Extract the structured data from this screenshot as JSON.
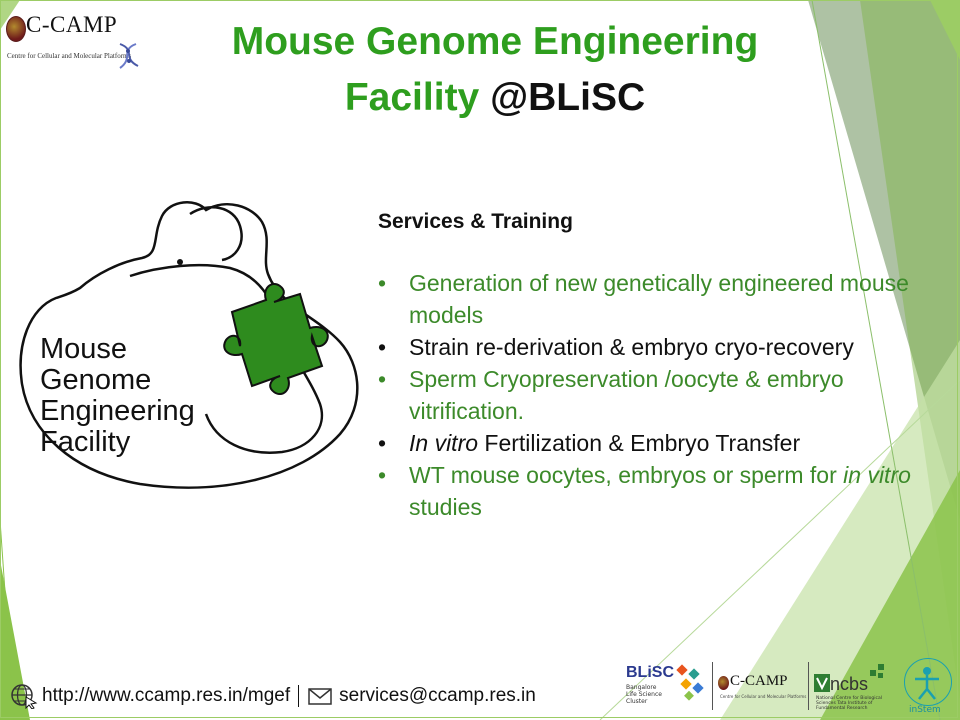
{
  "slide": {
    "title_line1": "Mouse Genome Engineering",
    "title_line2_green": "Facility ",
    "title_line2_dark": "@BLiSC"
  },
  "header_logo": {
    "name": "C-CAMP",
    "subtitle": "Centre for Cellular and Molecular Platforms"
  },
  "facility_logo": {
    "line1": "Mouse",
    "line2": "Genome",
    "line3": "Engineering",
    "line4": "Facility"
  },
  "services": {
    "heading": "Services & Training",
    "items": [
      {
        "text": "Generation of new genetically engineered mouse models",
        "color": "green"
      },
      {
        "text": "Strain re-derivation & embryo cryo-recovery",
        "color": "black"
      },
      {
        "text": "Sperm Cryopreservation /oocyte & embryo vitrification.",
        "color": "green"
      },
      {
        "italic": "In vitro",
        "text": " Fertilization & Embryo Transfer",
        "color": "black"
      },
      {
        "text": "WT mouse oocytes, embryos or sperm for ",
        "italic": "in vitro",
        "tail": " studies",
        "color": "green"
      }
    ]
  },
  "footer": {
    "url": "http://www.ccamp.res.in/mgef",
    "email": "services@ccamp.res.in",
    "icons": [
      "globe-cursor-icon",
      "envelope-icon"
    ]
  },
  "partner_logos": {
    "blisc": "BLiSC",
    "blisc_sub": "Bangalore Life Science Cluster",
    "ccamp": "C-CAMP",
    "ccamp_sub": "Centre for Cellular and Molecular Platforms",
    "ncbs": "ncbs",
    "ncbs_sub": "National Centre for Biological Sciences Tata Institute of Fundamental Research",
    "instem": "inStem"
  },
  "colors": {
    "title_green": "#2e9e1e",
    "bullet_green": "#3c8a2a",
    "puzzle_green": "#2e8b1e",
    "deco_green": "#8bc34a"
  }
}
